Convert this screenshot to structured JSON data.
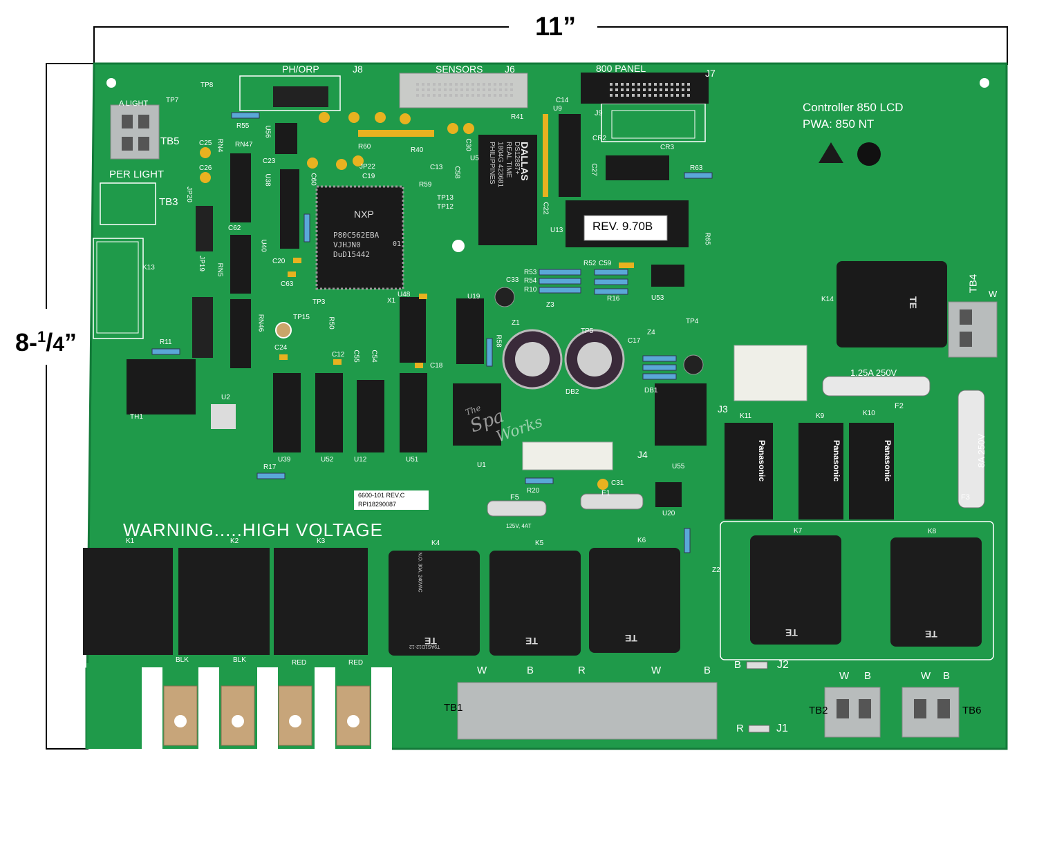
{
  "dimensions": {
    "width_label": "11”",
    "height_main": "8-",
    "height_sup": "1",
    "height_slash": "/",
    "height_sub": "4",
    "height_end": "”"
  },
  "board": {
    "colors": {
      "pcb": "#1f9a4a",
      "pcb_dark": "#137a39",
      "silk": "#ffffff",
      "chip": "#1a1a1a",
      "terminal": "#b8bcbc",
      "tab": "#c7a57a"
    },
    "title_line1": "Controller 850 LCD",
    "title_line2": "PWA: 850 NT",
    "rev_sticker": "REV. 9.70B",
    "part_label_line1": "6600-101  REV.C",
    "part_label_line2": "RPI18290087",
    "warning": "WARNING.....HIGH VOLTAGE",
    "connectors": {
      "ph_orp": "PH/ORP",
      "j8": "J8",
      "sensors": "SENSORS",
      "j6": "J6",
      "panel": "800 PANEL",
      "j7": "J7",
      "j9": "J9",
      "j3": "J3",
      "j4": "J4",
      "j2": "J2",
      "j1": "J1"
    },
    "lights": {
      "a_light": "A LIGHT",
      "per_light": "PER LIGHT"
    },
    "terminal_blocks": {
      "tb1": "TB1",
      "tb2": "TB2",
      "tb3": "TB3",
      "tb4": "TB4",
      "tb5": "TB5",
      "tb6": "TB6"
    },
    "fuses": {
      "f2": "1.25A 250V",
      "f2_id": "F2",
      "f3": "8A 250V",
      "f3_id": "F3",
      "f5_id": "F5",
      "f1_id": "F1",
      "small_rating": "125V, 4AT"
    },
    "mcu": {
      "brand": "NXP",
      "line1": "P80C562EBA",
      "line2": "VJHJN0",
      "line3": "DuD15442",
      "pin": "01"
    },
    "rtc": {
      "brand": "DALLAS",
      "line1": "DS12887+",
      "line2": "REAL TIME",
      "line3": "1804G 423681",
      "line4": "PHILIPPINES"
    },
    "relays_big": [
      "K1",
      "K2",
      "K3"
    ],
    "relay_wire_colors": [
      "BLK",
      "BLK",
      "RED",
      "RED"
    ],
    "relays_te": [
      "K4",
      "K5",
      "K6",
      "K7",
      "K8",
      "K14"
    ],
    "relays_small": [
      "K11",
      "K9",
      "K10"
    ],
    "relay_k13": "K13",
    "te_brand": "TE",
    "te_rating": "N.O. 30A, 240VAC",
    "te_model": "T9AS1D12-12",
    "panasonic": "Panasonic",
    "tb1_wires": [
      "W",
      "B",
      "R",
      "W",
      "B"
    ],
    "tb2_wires": [
      "W",
      "B"
    ],
    "tb6_wires": [
      "W",
      "B"
    ],
    "tb4_wire": "W",
    "j2_wire": "B",
    "j1_wire": "R",
    "ics": {
      "u1": "U1",
      "u2": "U2",
      "u5": "U5",
      "u9": "U9",
      "u12": "U12",
      "u13": "U13",
      "u19": "U19",
      "u20": "U20",
      "u38": "U38",
      "u39": "U39",
      "u40": "U40",
      "u48": "U48",
      "u51": "U51",
      "u52": "U52",
      "u53": "U53",
      "u55": "U55",
      "u56": "U56",
      "th1": "TH1"
    },
    "resistors": {
      "r10": "R10",
      "r11": "R11",
      "r16": "R16",
      "r17": "R17",
      "r20": "R20",
      "r40": "R40",
      "r41": "R41",
      "r50": "R50",
      "r52": "R52",
      "r53": "R53",
      "r54": "R54",
      "r55": "R55",
      "r58": "R58",
      "r59": "R59",
      "r60": "R60",
      "r63": "R63",
      "r65": "R65"
    },
    "caps": {
      "c12": "C12",
      "c13": "C13",
      "c14": "C14",
      "c17": "C17",
      "c18": "C18",
      "c19": "C19",
      "c20": "C20",
      "c22": "C22",
      "c23": "C23",
      "c24": "C24",
      "c25": "C25",
      "c26": "C26",
      "c27": "C27",
      "c30": "C30",
      "c31": "C31",
      "c33": "C33",
      "c54": "C54",
      "c55": "C55",
      "c58": "C58",
      "c59": "C59",
      "c60": "C60",
      "c62": "C62",
      "c63": "C63"
    },
    "testpoints": {
      "tp3": "TP3",
      "tp4": "TP4",
      "tp5": "TP5",
      "tp7": "TP7",
      "tp8": "TP8",
      "tp12": "TP12",
      "tp13": "TP13",
      "tp15": "TP15"
    },
    "misc": {
      "rn46": "RN46",
      "rn47": "RN47",
      "rn4": "RN4",
      "rn5": "RN5",
      "x1": "X1",
      "db1": "DB1",
      "db2": "DB2",
      "z1": "Z1",
      "z2": "Z2",
      "z3": "Z3",
      "z4": "Z4",
      "jp19": "JP19",
      "jp20": "JP20",
      "jp22": "JP22",
      "cr2": "CR2",
      "cr3": "CR3",
      "k14": "K14"
    },
    "watermark_line1": "The",
    "watermark_line2": "Spa",
    "watermark_line3": "Works"
  }
}
